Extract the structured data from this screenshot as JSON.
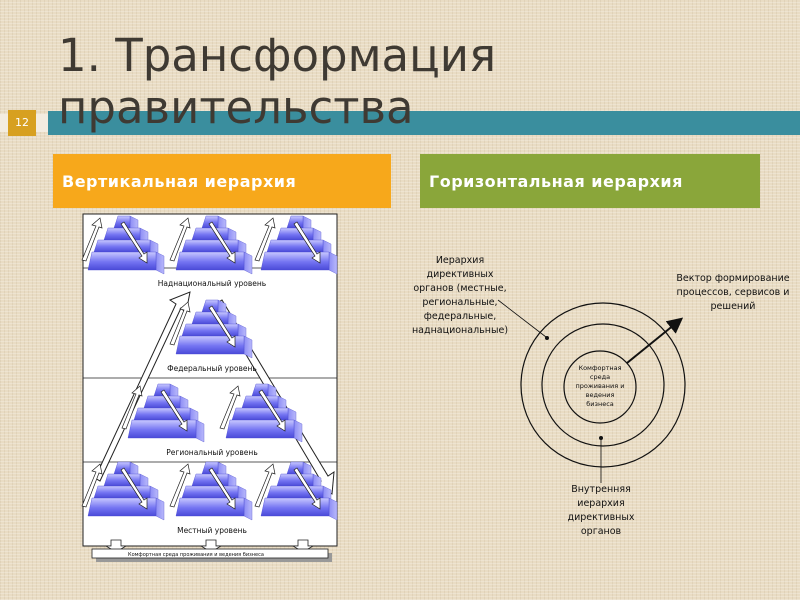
{
  "slide": {
    "number": "12",
    "title_line1": "1. Трансформация",
    "title_line2": "правительства"
  },
  "headers": {
    "vertical": "Вертикальная иерархия",
    "horizontal": "Горизонтальная иерархия"
  },
  "vertical_diagram": {
    "levels": [
      "Наднациональный уровень",
      "Федеральный уровень",
      "Региональный уровень",
      "Местный уровень"
    ],
    "base_label": "Комфортная среда проживания и ведения бизнеса"
  },
  "horizontal_diagram": {
    "outer_label": [
      "Иерархия",
      "директивных",
      "органов (местные,",
      "региональные,",
      "федеральные,",
      "наднациональные)"
    ],
    "vector_label": [
      "Вектор формирование",
      "процессов, сервисов и",
      "решений"
    ],
    "center_label": [
      "Комфортная",
      "среда",
      "проживания и",
      "ведения",
      "бизнеса"
    ],
    "inner_label": [
      "Внутренняя",
      "иерархия",
      "директивных",
      "органов"
    ]
  },
  "colors": {
    "band": "#3a8e9e",
    "slide_number_bg": "#d7a020",
    "vertical_header": "#f7a81b",
    "horizontal_header": "#8aa63a",
    "pyramid": "#6f6ff0"
  }
}
